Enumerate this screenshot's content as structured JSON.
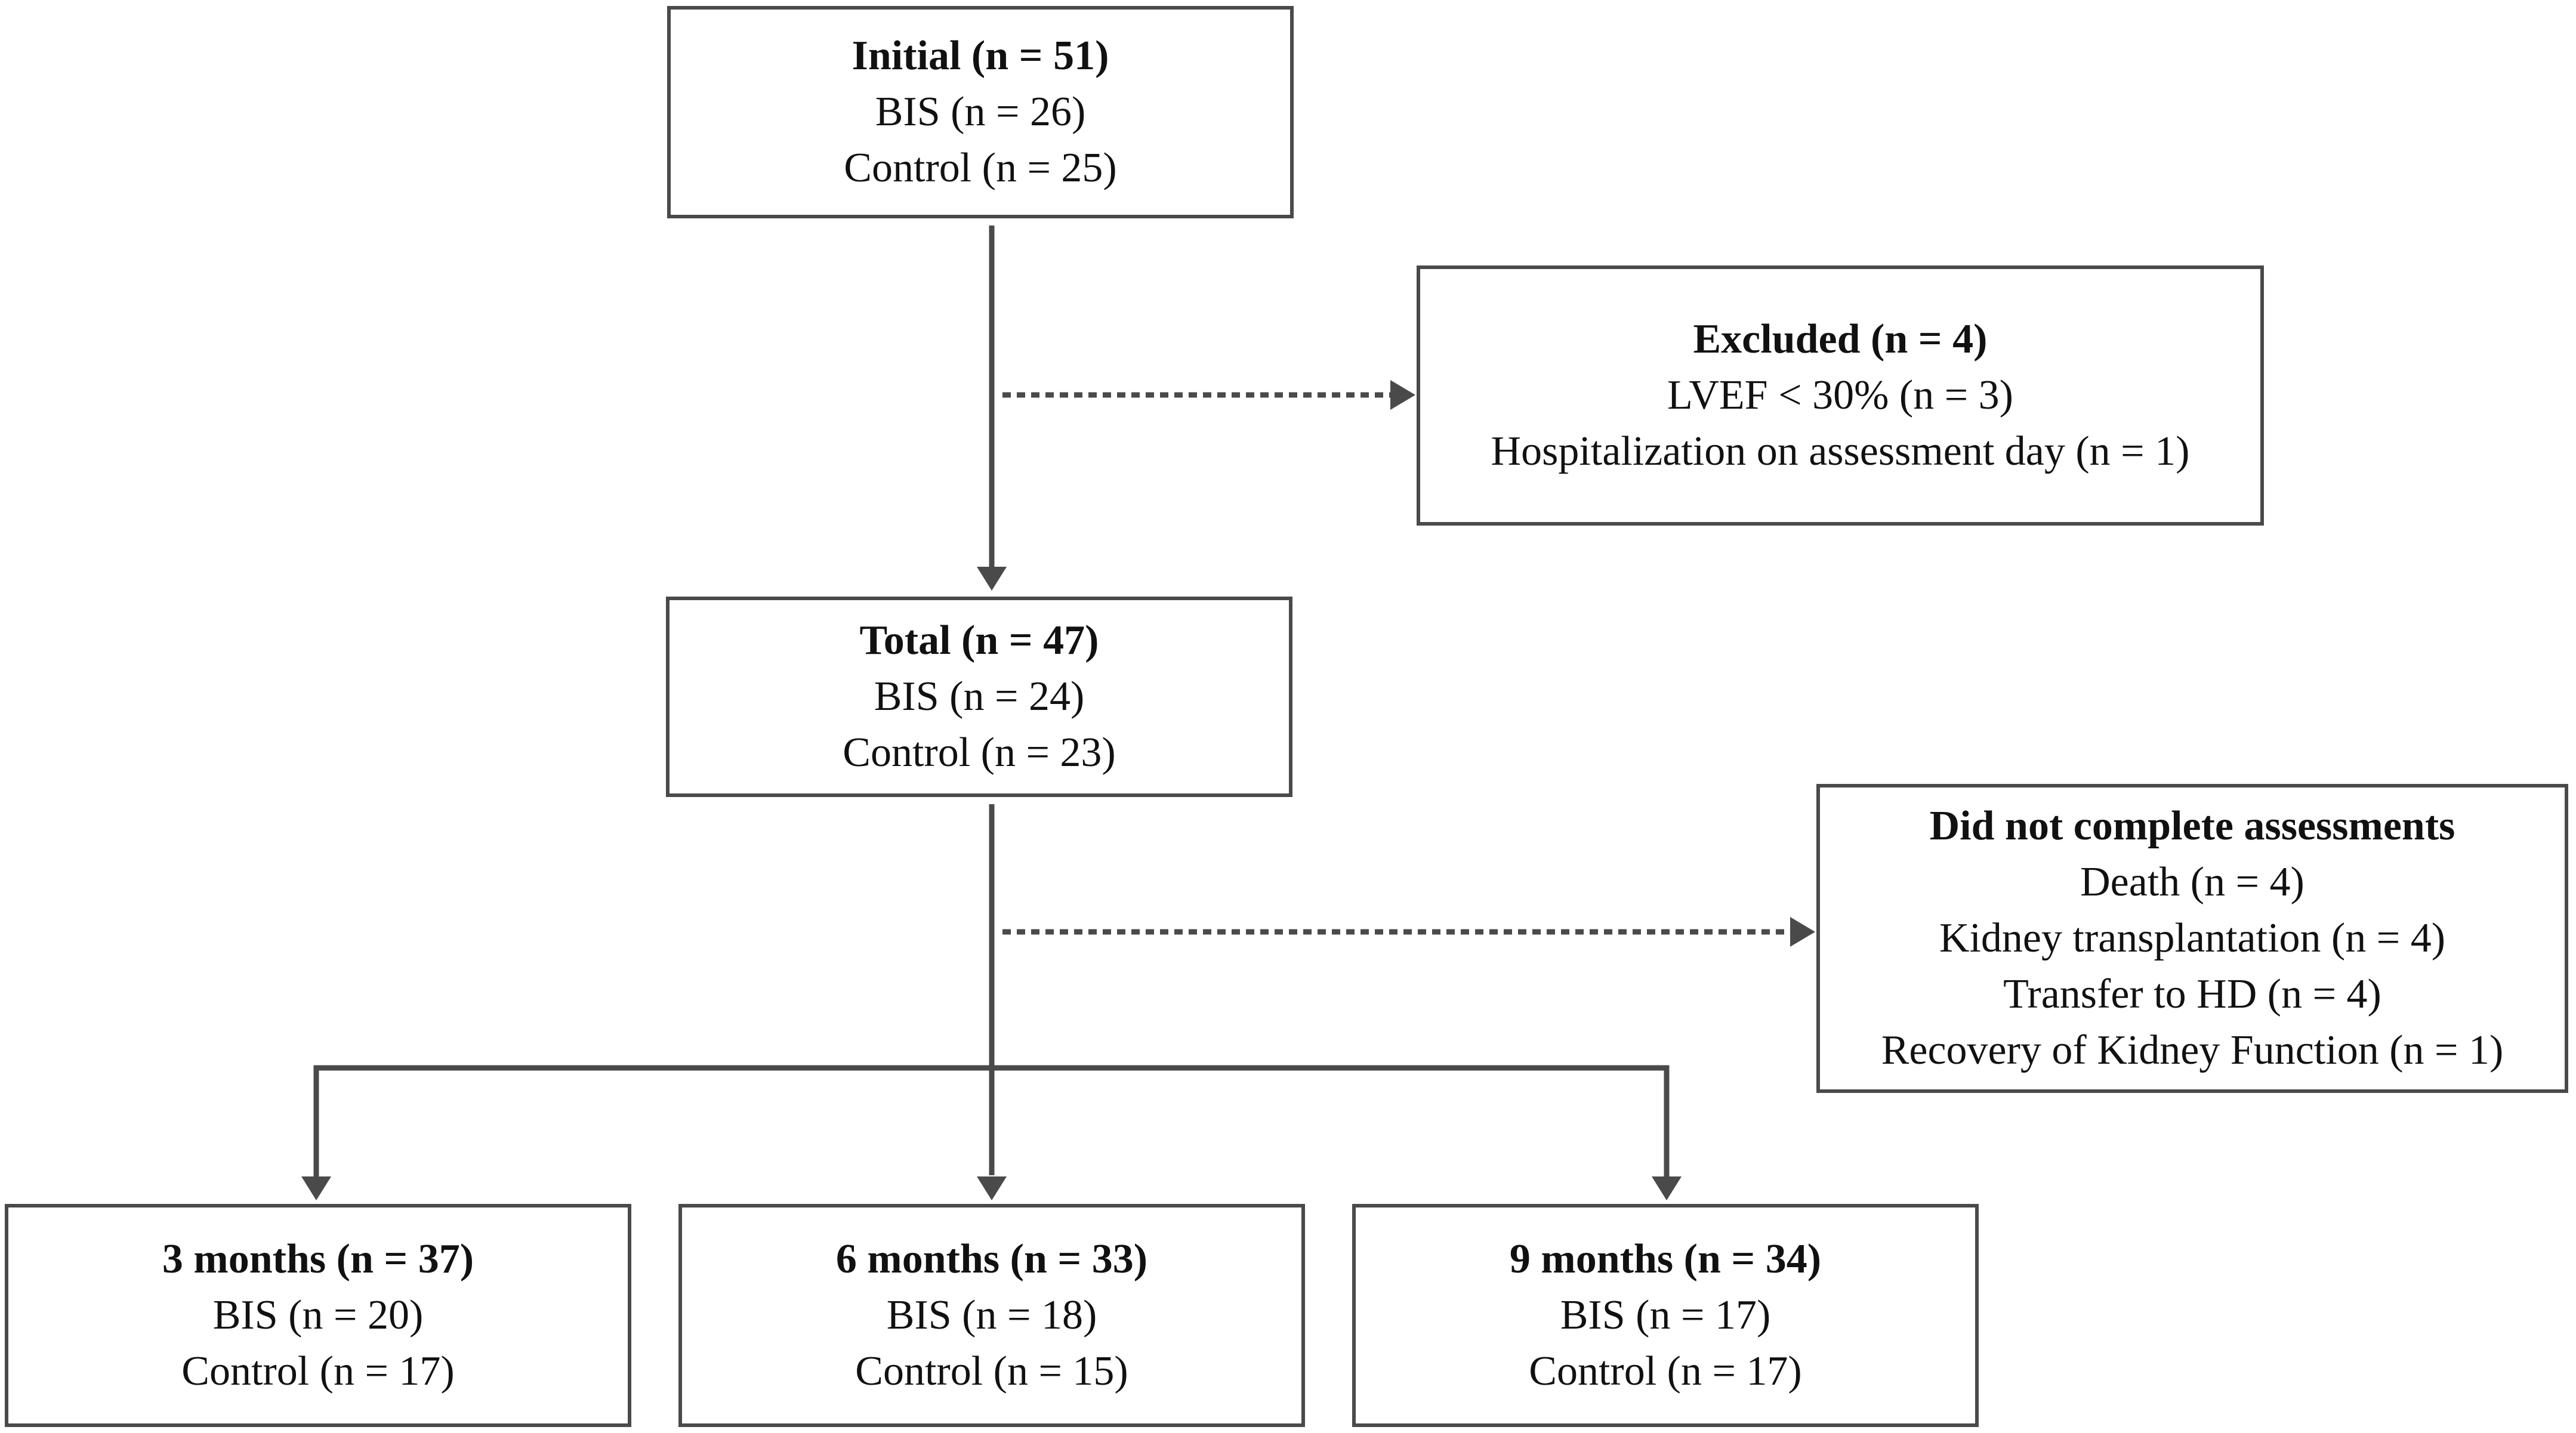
{
  "colors": {
    "stroke": "#4a4a4a",
    "text": "#111111"
  },
  "boxes": {
    "initial": {
      "title": "Initial (n = 51)",
      "lines": [
        "BIS (n = 26)",
        "Control (n = 25)"
      ]
    },
    "excluded": {
      "title": "Excluded (n = 4)",
      "lines": [
        "LVEF < 30% (n = 3)",
        "Hospitalization on assessment day (n = 1)"
      ]
    },
    "total": {
      "title": "Total (n = 47)",
      "lines": [
        "BIS (n = 24)",
        "Control (n = 23)"
      ]
    },
    "not_completed": {
      "title": "Did not complete assessments",
      "lines": [
        "Death (n = 4)",
        "Kidney transplantation (n = 4)",
        "Transfer to HD (n = 4)",
        "Recovery of Kidney Function (n = 1)"
      ]
    },
    "m3": {
      "title": "3 months (n = 37)",
      "lines": [
        "BIS (n = 20)",
        "Control (n = 17)"
      ]
    },
    "m6": {
      "title": "6 months (n = 33)",
      "lines": [
        "BIS (n = 18)",
        "Control (n = 15)"
      ]
    },
    "m9": {
      "title": "9 months (n = 34)",
      "lines": [
        "BIS (n = 17)",
        "Control (n = 17)"
      ]
    }
  }
}
